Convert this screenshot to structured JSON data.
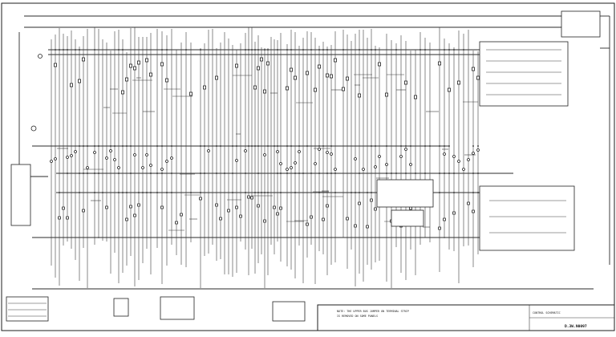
{
  "title_block": {
    "drawing_no": "D.3W.N0097",
    "title": "CONTROL SCHEMATIC",
    "notes": [
      "NOTE: THE UPPER BUS JUMPER ON TERMINAL STRIP",
      "IS REMOVED ON SOME PANELS"
    ]
  },
  "colors": {
    "ink": "#2b2b2b",
    "paper": "#ffffff"
  }
}
